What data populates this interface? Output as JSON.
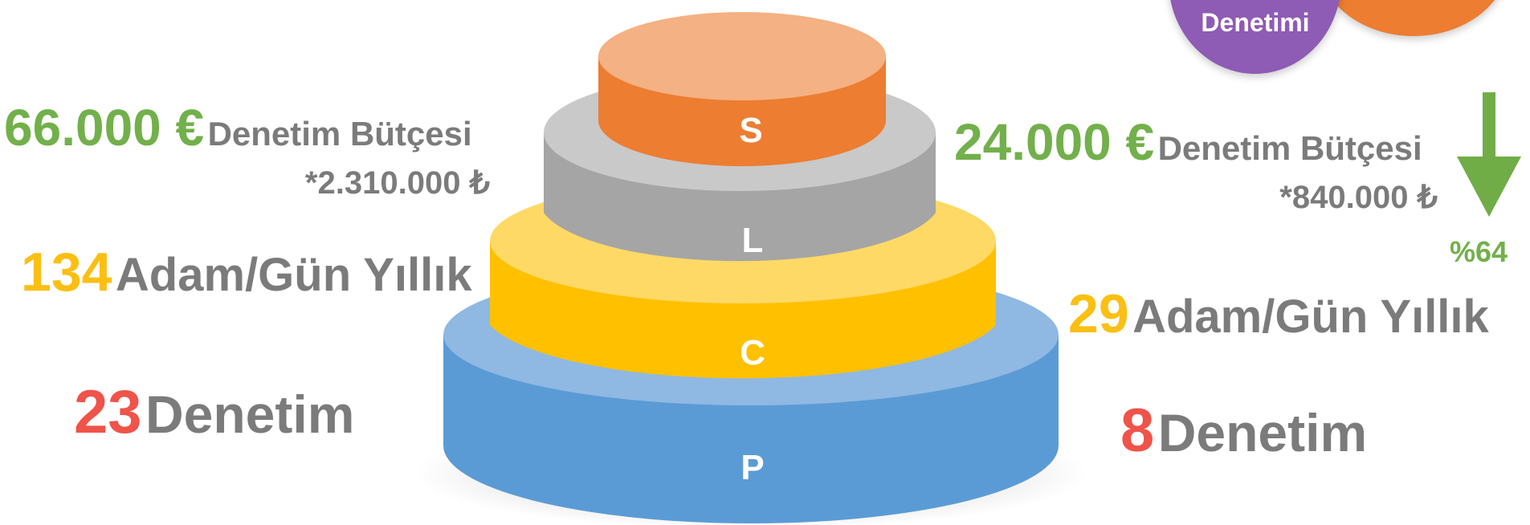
{
  "layers": [
    {
      "letter": "S",
      "color": "#ed7d31"
    },
    {
      "letter": "L",
      "color": "#a5a5a5"
    },
    {
      "letter": "C",
      "color": "#ffc000"
    },
    {
      "letter": "P",
      "color": "#5b9bd5"
    }
  ],
  "top_right": {
    "bubble_label": "Denetimi",
    "purple": "#8e5bb5",
    "orange": "#ed7d31"
  },
  "left": {
    "budget_value": "66.000 €",
    "budget_label": "Denetim Bütçesi",
    "budget_tl": "*2.310.000 ₺",
    "days_value": "134",
    "days_label": "Adam/Gün Yıllık",
    "audits_value": "23",
    "audits_label": "Denetim"
  },
  "right": {
    "budget_value": "24.000 €",
    "budget_label": "Denetim Bütçesi",
    "budget_tl": "*840.000 ₺",
    "reduction": "%64",
    "days_value": "29",
    "days_label": "Adam/Gün Yıllık",
    "audits_value": "8",
    "audits_label": "Denetim"
  }
}
